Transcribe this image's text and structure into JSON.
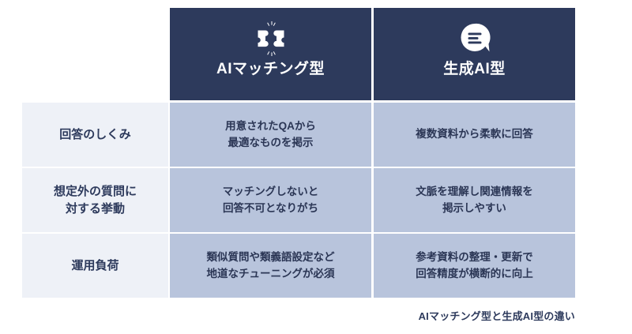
{
  "figure": {
    "caption": "AIマッチング型と生成AI型の違い",
    "colors": {
      "header_bg": "#2d3a5c",
      "label_bg": "#eef1f7",
      "cell_bg": "#b8c4dc",
      "header_text": "#ffffff",
      "label_text": "#2d3a5c",
      "cell_text": "#2b3655",
      "page_bg": "#ffffff"
    }
  },
  "columns": [
    {
      "id": "ai-matching",
      "title": "AIマッチング型",
      "icon": "puzzle-pieces-icon"
    },
    {
      "id": "generative-ai",
      "title": "生成AI型",
      "icon": "speech-bubble-icon"
    }
  ],
  "rows": [
    {
      "label_lines": [
        "回答のしくみ"
      ],
      "cells": [
        {
          "lines": [
            "用意されたQAから",
            "最適なものを掲示"
          ]
        },
        {
          "lines": [
            "複数資料から柔軟に回答"
          ]
        }
      ]
    },
    {
      "label_lines": [
        "想定外の質問に",
        "対する挙動"
      ],
      "cells": [
        {
          "lines": [
            "マッチングしないと",
            "回答不可となりがち"
          ]
        },
        {
          "lines": [
            "文脈を理解し関連情報を",
            "掲示しやすい"
          ]
        }
      ]
    },
    {
      "label_lines": [
        "運用負荷"
      ],
      "cells": [
        {
          "lines": [
            "類似質問や類義語設定など",
            "地道なチューニングが必須"
          ]
        },
        {
          "lines": [
            "参考資料の整理・更新で",
            "回答精度が横断的に向上"
          ]
        }
      ]
    }
  ]
}
